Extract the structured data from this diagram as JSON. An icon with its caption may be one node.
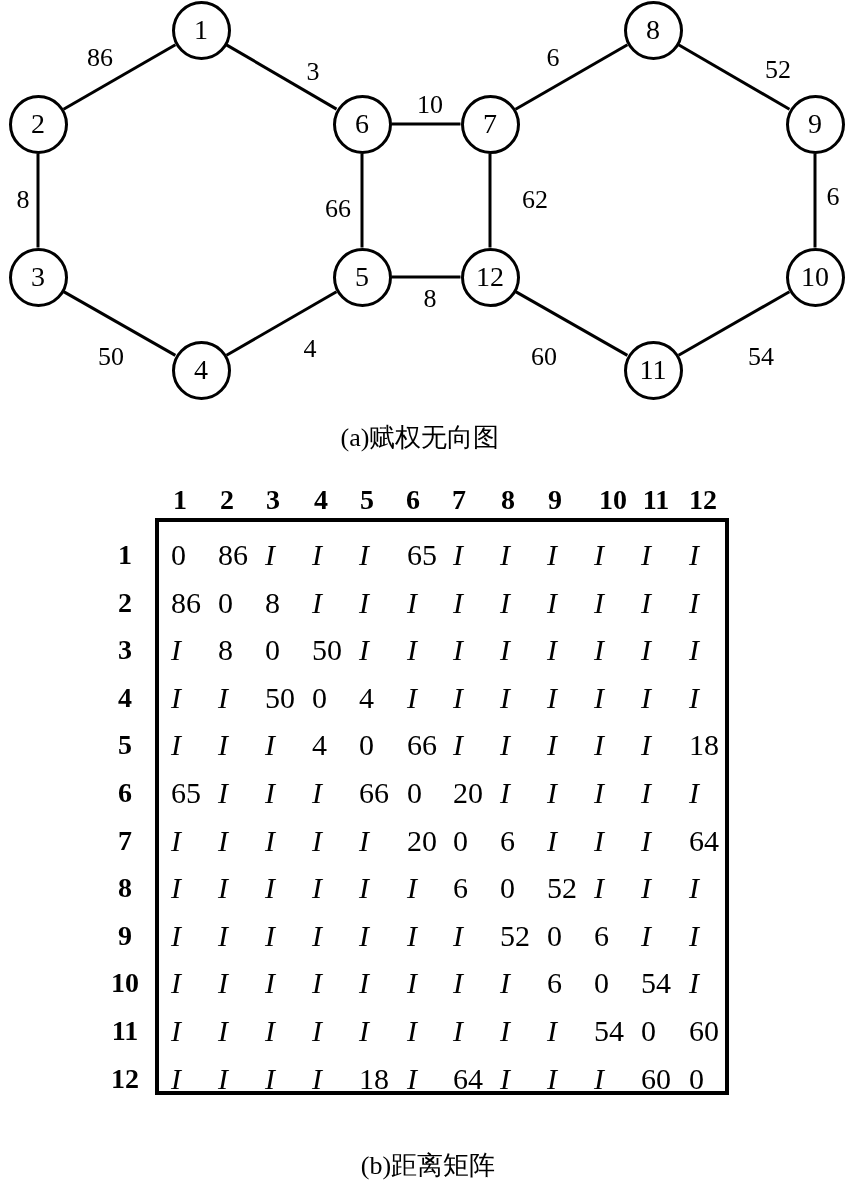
{
  "diagram": {
    "nodes": [
      {
        "text": [
          "1"
        ]
      },
      {
        "text": [
          "2"
        ]
      },
      {
        "text": [
          "3"
        ]
      },
      {
        "text": [
          "4"
        ]
      },
      {
        "text": [
          "5"
        ]
      },
      {
        "text": [
          "6"
        ]
      },
      {
        "text": [
          "7"
        ]
      },
      {
        "text": [
          "8"
        ]
      },
      {
        "text": [
          "9"
        ]
      },
      {
        "text": [
          "10"
        ]
      },
      {
        "text": [
          "11"
        ]
      },
      {
        "text": [
          "12"
        ]
      }
    ],
    "edges": [
      {
        "from": 0,
        "to": 1,
        "arrow": "none",
        "label": "86"
      },
      {
        "from": 0,
        "to": 5,
        "arrow": "none",
        "label": "3"
      },
      {
        "from": 1,
        "to": 2,
        "arrow": "none",
        "label": "8"
      },
      {
        "from": 2,
        "to": 3,
        "arrow": "none",
        "label": "50"
      },
      {
        "from": 3,
        "to": 4,
        "arrow": "none",
        "label": "4"
      },
      {
        "from": 4,
        "to": 5,
        "arrow": "none",
        "label": "66"
      },
      {
        "from": 5,
        "to": 6,
        "arrow": "none",
        "label": "10"
      },
      {
        "from": 6,
        "to": 11,
        "arrow": "none",
        "label": "62"
      },
      {
        "from": 4,
        "to": 11,
        "arrow": "none",
        "label": "8"
      },
      {
        "from": 6,
        "to": 7,
        "arrow": "none",
        "label": "6"
      },
      {
        "from": 7,
        "to": 8,
        "arrow": "none",
        "label": "52"
      },
      {
        "from": 8,
        "to": 9,
        "arrow": "none",
        "label": "6"
      },
      {
        "from": 9,
        "to": 10,
        "arrow": "none",
        "label": "54"
      },
      {
        "from": 10,
        "to": 11,
        "arrow": "none",
        "label": "60"
      }
    ],
    "labels": [
      "(a)赋权无向图",
      "1",
      "2",
      "3",
      "4",
      "5",
      "6",
      "7",
      "8",
      "9",
      "10",
      "11",
      "12",
      "1",
      "0",
      "86",
      "I",
      "I",
      "I",
      "65",
      "I",
      "I",
      "I",
      "I",
      "I",
      "I",
      "2",
      "86",
      "0",
      "8",
      "I",
      "I",
      "I",
      "I",
      "I",
      "I",
      "I",
      "I",
      "I",
      "3",
      "I",
      "8",
      "0",
      "50",
      "I",
      "I",
      "I",
      "I",
      "I",
      "I",
      "I",
      "I",
      "4",
      "I",
      "I",
      "50",
      "0",
      "4",
      "I",
      "I",
      "I",
      "I",
      "I",
      "I",
      "I",
      "5",
      "I",
      "I",
      "I",
      "4",
      "0",
      "66",
      "I",
      "I",
      "I",
      "I",
      "I",
      "18",
      "6",
      "65",
      "I",
      "I",
      "I",
      "66",
      "0",
      "20",
      "I",
      "I",
      "I",
      "I",
      "I",
      "7",
      "I",
      "I",
      "I",
      "I",
      "I",
      "20",
      "0",
      "6",
      "I",
      "I",
      "I",
      "64",
      "8",
      "I",
      "I",
      "I",
      "I",
      "I",
      "I",
      "6",
      "0",
      "52",
      "I",
      "I",
      "I",
      "9",
      "I",
      "I",
      "I",
      "I",
      "I",
      "I",
      "I",
      "52",
      "0",
      "6",
      "I",
      "I",
      "10",
      "I",
      "I",
      "I",
      "I",
      "I",
      "I",
      "I",
      "I",
      "6",
      "0",
      "54",
      "I",
      "11",
      "I",
      "I",
      "I",
      "I",
      "I",
      "I",
      "I",
      "I",
      "I",
      "54",
      "0",
      "60",
      "12",
      "I",
      "I",
      "I",
      "I",
      "18",
      "I",
      "64",
      "I",
      "I",
      "I",
      "60",
      "0",
      "(b)距离矩阵"
    ]
  }
}
